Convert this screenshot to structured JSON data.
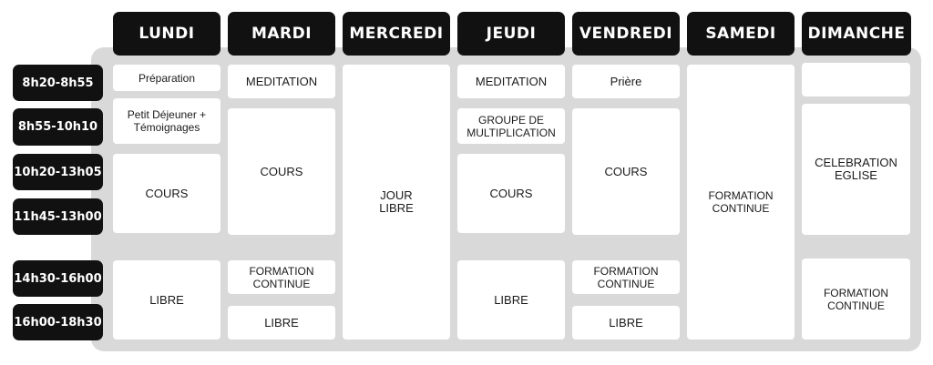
{
  "days": [
    "LUNDI",
    "MARDI",
    "MERCREDI",
    "JEUDI",
    "VENDREDI",
    "SAMEDI",
    "DIMANCHE"
  ],
  "times": [
    "8h20-8h55",
    "8h55-10h10",
    "10h20-13h05",
    "11h45-13h00",
    "14h30-16h00",
    "16h00-18h30"
  ],
  "lundi": {
    "preparation": "Préparation",
    "petit_dejeuner": "Petit Déjeuner +\nTémoignages",
    "cours": "COURS",
    "libre": "LIBRE"
  },
  "mardi": {
    "meditation": "MEDITATION",
    "cours": "COURS",
    "formation": "FORMATION\nCONTINUE",
    "libre": "LIBRE"
  },
  "mercredi": {
    "jour_libre": "JOUR\nLIBRE"
  },
  "jeudi": {
    "meditation": "MEDITATION",
    "groupe": "GROUPE DE\nMULTIPLICATION",
    "cours": "COURS",
    "libre": "LIBRE"
  },
  "vendredi": {
    "priere": "Prière",
    "cours": "COURS",
    "formation": "FORMATION\nCONTINUE",
    "libre": "LIBRE"
  },
  "samedi": {
    "formation": "FORMATION\nCONTINUE"
  },
  "dimanche": {
    "empty": "",
    "celebration": "CELEBRATION\nEGLISE",
    "formation": "FORMATION\nCONTINUE"
  }
}
